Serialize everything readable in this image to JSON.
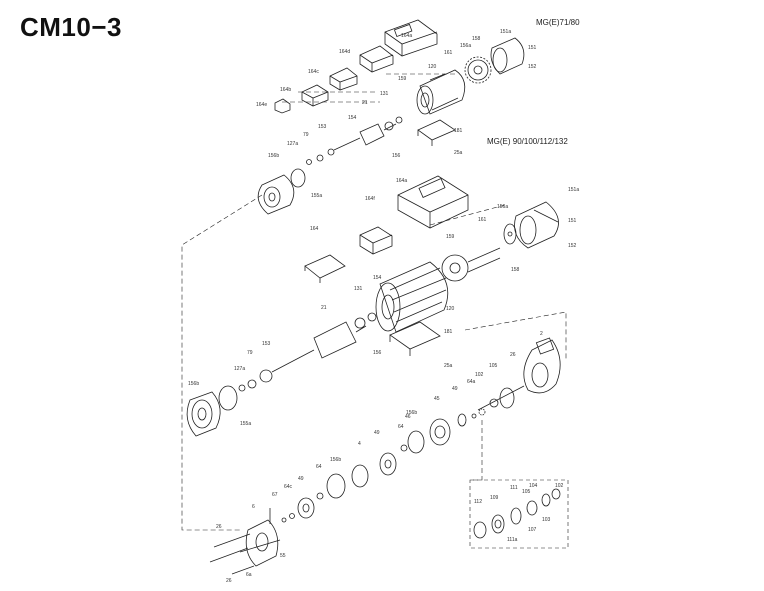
{
  "title": "CM10−3",
  "variants": {
    "small": "MG(E)71/80",
    "large": "MG(E) 90/100/112/132"
  },
  "callouts": [
    {
      "id": "c1",
      "text": "164a"
    },
    {
      "id": "c2",
      "text": "164d"
    },
    {
      "id": "c3",
      "text": "164c"
    },
    {
      "id": "c4",
      "text": "164b"
    },
    {
      "id": "c5",
      "text": "164e"
    },
    {
      "id": "c6",
      "text": "151a"
    },
    {
      "id": "c7",
      "text": "151"
    },
    {
      "id": "c8",
      "text": "152"
    },
    {
      "id": "c9",
      "text": "156a"
    },
    {
      "id": "c10",
      "text": "158"
    },
    {
      "id": "c11",
      "text": "161"
    },
    {
      "id": "c12",
      "text": "120"
    },
    {
      "id": "c13",
      "text": "159"
    },
    {
      "id": "c14",
      "text": "131"
    },
    {
      "id": "c15",
      "text": "21"
    },
    {
      "id": "c16",
      "text": "154"
    },
    {
      "id": "c17",
      "text": "153"
    },
    {
      "id": "c18",
      "text": "79"
    },
    {
      "id": "c19",
      "text": "127a"
    },
    {
      "id": "c20",
      "text": "156b"
    },
    {
      "id": "c21",
      "text": "155a"
    },
    {
      "id": "c22",
      "text": "156"
    },
    {
      "id": "c23",
      "text": "181"
    },
    {
      "id": "c24",
      "text": "25a"
    },
    {
      "id": "c25",
      "text": "164a"
    },
    {
      "id": "c26",
      "text": "164f"
    },
    {
      "id": "c27",
      "text": "164"
    },
    {
      "id": "c28",
      "text": "151a"
    },
    {
      "id": "c29",
      "text": "151"
    },
    {
      "id": "c30",
      "text": "152"
    },
    {
      "id": "c31",
      "text": "156a"
    },
    {
      "id": "c32",
      "text": "158"
    },
    {
      "id": "c33",
      "text": "161"
    },
    {
      "id": "c34",
      "text": "120"
    },
    {
      "id": "c35",
      "text": "159"
    },
    {
      "id": "c36",
      "text": "154"
    },
    {
      "id": "c37",
      "text": "131"
    },
    {
      "id": "c38",
      "text": "21"
    },
    {
      "id": "c39",
      "text": "153"
    },
    {
      "id": "c40",
      "text": "79"
    },
    {
      "id": "c41",
      "text": "127a"
    },
    {
      "id": "c42",
      "text": "156b"
    },
    {
      "id": "c43",
      "text": "155a"
    },
    {
      "id": "c44",
      "text": "156"
    },
    {
      "id": "c45",
      "text": "181"
    },
    {
      "id": "c46",
      "text": "25a"
    },
    {
      "id": "c47",
      "text": "2"
    },
    {
      "id": "c48",
      "text": "26"
    },
    {
      "id": "c49",
      "text": "105"
    },
    {
      "id": "c50",
      "text": "102"
    },
    {
      "id": "c51",
      "text": "64a"
    },
    {
      "id": "c52",
      "text": "49"
    },
    {
      "id": "c53",
      "text": "45"
    },
    {
      "id": "c54",
      "text": "46"
    },
    {
      "id": "c55",
      "text": "156b"
    },
    {
      "id": "c56",
      "text": "64"
    },
    {
      "id": "c57",
      "text": "4"
    },
    {
      "id": "c58",
      "text": "49"
    },
    {
      "id": "c59",
      "text": "156b"
    },
    {
      "id": "c60",
      "text": "64"
    },
    {
      "id": "c61",
      "text": "49"
    },
    {
      "id": "c62",
      "text": "64c"
    },
    {
      "id": "c63",
      "text": "67"
    },
    {
      "id": "c64",
      "text": "6"
    },
    {
      "id": "c65",
      "text": "26"
    },
    {
      "id": "c66",
      "text": "55"
    },
    {
      "id": "c67",
      "text": "6a"
    },
    {
      "id": "c68",
      "text": "26"
    },
    {
      "id": "c69",
      "text": "111"
    },
    {
      "id": "c70",
      "text": "105"
    },
    {
      "id": "c71",
      "text": "104"
    },
    {
      "id": "c72",
      "text": "112"
    },
    {
      "id": "c73",
      "text": "109"
    },
    {
      "id": "c74",
      "text": "102"
    },
    {
      "id": "c75",
      "text": "103"
    },
    {
      "id": "c76",
      "text": "107"
    },
    {
      "id": "c77",
      "text": "111a"
    }
  ]
}
